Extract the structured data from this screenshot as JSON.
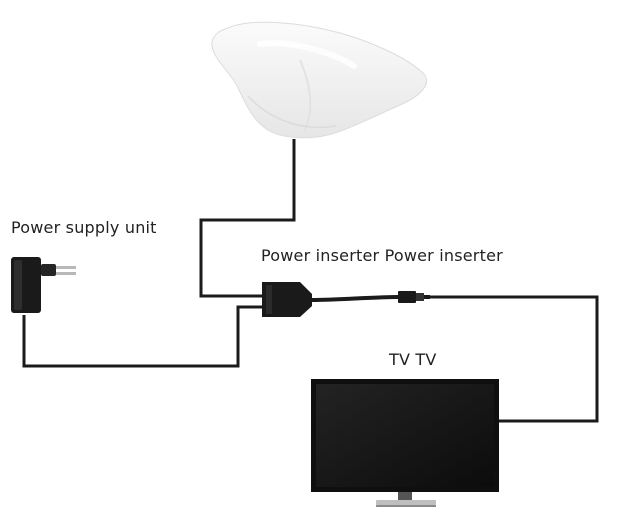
{
  "labels": {
    "power_supply_unit": "Power supply unit",
    "power_inserter": "Power inserter Power inserter",
    "tv": "TV TV"
  },
  "colors": {
    "cable": "#1b1b1b",
    "antenna_body": "#f3f3f3",
    "tv_screen": "#141414",
    "text": "#222222"
  },
  "icons": [
    "antenna-icon",
    "power-supply-adapter-icon",
    "power-inserter-icon",
    "coax-connector-icon",
    "tv-icon"
  ]
}
